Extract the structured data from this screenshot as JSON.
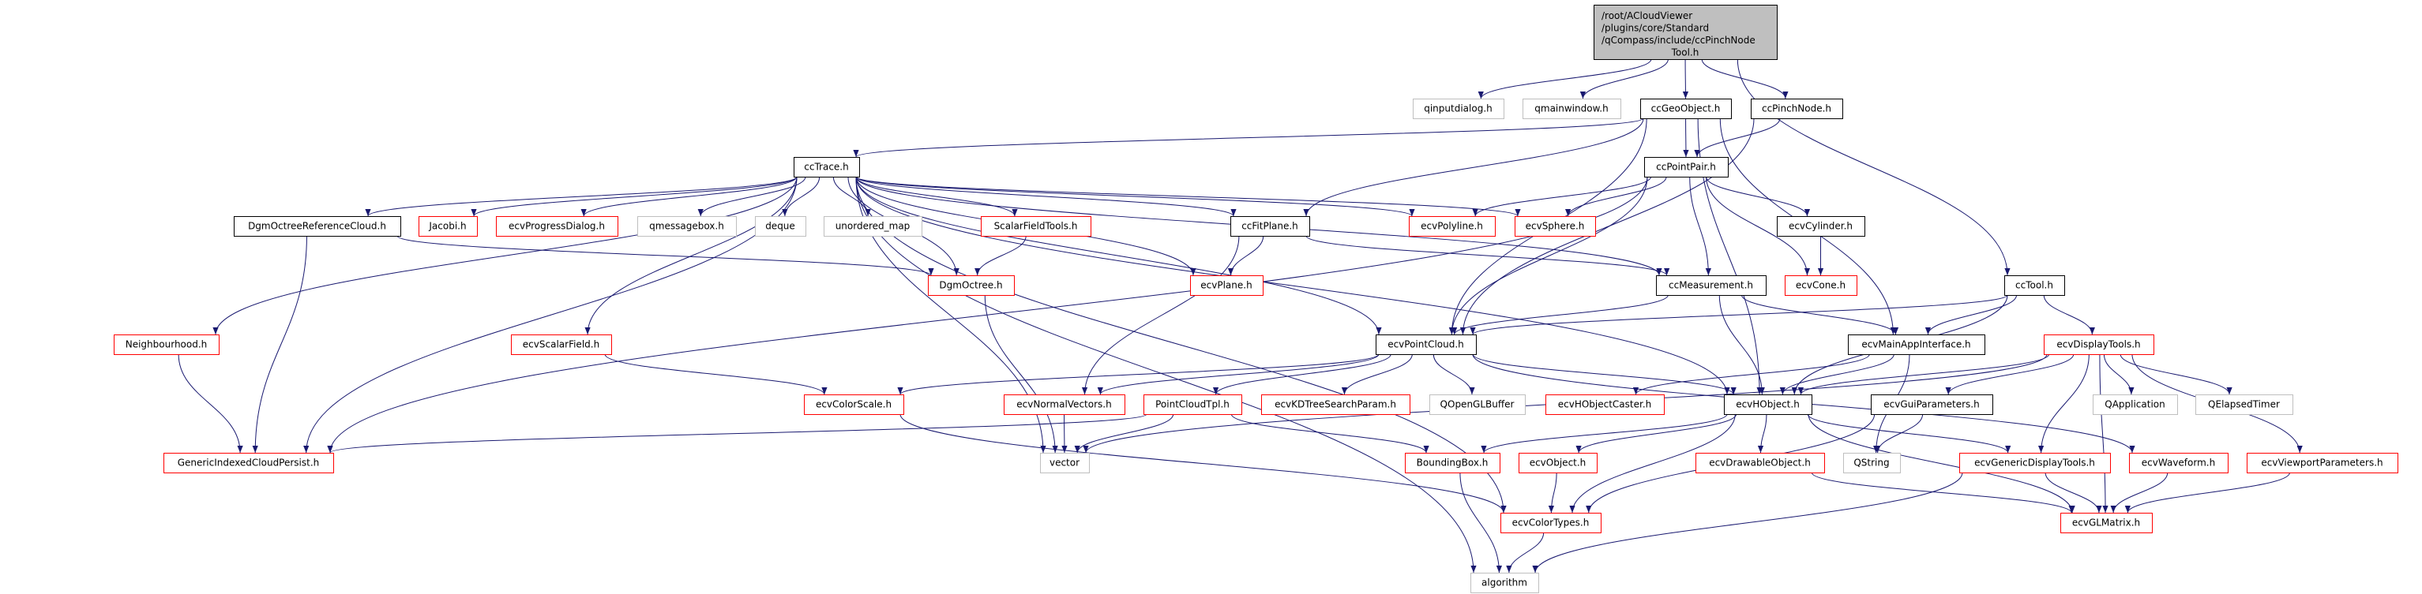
{
  "colors": {
    "edge": "#191970",
    "documented_border": "#000000",
    "truncated_border": "#ff0000",
    "external_border": "#bfbfbf",
    "root_fill": "#bfbfbf"
  },
  "root": {
    "id": "root",
    "lines": [
      "/root/ACloudViewer",
      "/plugins/core/Standard",
      "/qCompass/include/ccPinchNode",
      "Tool.h"
    ]
  },
  "nodes": [
    {
      "id": "qinputdialog",
      "label": "qinputdialog.h",
      "kind": "external"
    },
    {
      "id": "qmainwindow",
      "label": "qmainwindow.h",
      "kind": "external"
    },
    {
      "id": "ccGeoObject",
      "label": "ccGeoObject.h",
      "kind": "documented"
    },
    {
      "id": "ccPinchNode",
      "label": "ccPinchNode.h",
      "kind": "documented"
    },
    {
      "id": "ccTrace",
      "label": "ccTrace.h",
      "kind": "documented"
    },
    {
      "id": "ccPointPair",
      "label": "ccPointPair.h",
      "kind": "documented"
    },
    {
      "id": "DgmOctreeReferenceCloud",
      "label": "DgmOctreeReferenceCloud.h",
      "kind": "documented"
    },
    {
      "id": "Jacobi",
      "label": "Jacobi.h",
      "kind": "truncated"
    },
    {
      "id": "ecvProgressDialog",
      "label": "ecvProgressDialog.h",
      "kind": "truncated"
    },
    {
      "id": "qmessagebox",
      "label": "qmessagebox.h",
      "kind": "external"
    },
    {
      "id": "deque",
      "label": "deque",
      "kind": "external"
    },
    {
      "id": "unordered_map",
      "label": "unordered_map",
      "kind": "external"
    },
    {
      "id": "ScalarFieldTools",
      "label": "ScalarFieldTools.h",
      "kind": "truncated"
    },
    {
      "id": "ccFitPlane",
      "label": "ccFitPlane.h",
      "kind": "documented"
    },
    {
      "id": "ecvPolyline",
      "label": "ecvPolyline.h",
      "kind": "truncated"
    },
    {
      "id": "ecvSphere",
      "label": "ecvSphere.h",
      "kind": "truncated"
    },
    {
      "id": "ecvCylinder",
      "label": "ecvCylinder.h",
      "kind": "documented"
    },
    {
      "id": "DgmOctree",
      "label": "DgmOctree.h",
      "kind": "truncated"
    },
    {
      "id": "ecvPlane",
      "label": "ecvPlane.h",
      "kind": "truncated"
    },
    {
      "id": "ccMeasurement",
      "label": "ccMeasurement.h",
      "kind": "documented"
    },
    {
      "id": "ecvCone",
      "label": "ecvCone.h",
      "kind": "truncated"
    },
    {
      "id": "ccTool",
      "label": "ccTool.h",
      "kind": "documented"
    },
    {
      "id": "Neighbourhood",
      "label": "Neighbourhood.h",
      "kind": "truncated"
    },
    {
      "id": "ecvScalarField",
      "label": "ecvScalarField.h",
      "kind": "truncated"
    },
    {
      "id": "ecvPointCloud",
      "label": "ecvPointCloud.h",
      "kind": "documented"
    },
    {
      "id": "ecvMainAppInterface",
      "label": "ecvMainAppInterface.h",
      "kind": "documented"
    },
    {
      "id": "ecvDisplayTools",
      "label": "ecvDisplayTools.h",
      "kind": "truncated"
    },
    {
      "id": "ecvColorScale",
      "label": "ecvColorScale.h",
      "kind": "truncated"
    },
    {
      "id": "ecvNormalVectors",
      "label": "ecvNormalVectors.h",
      "kind": "truncated"
    },
    {
      "id": "PointCloudTpl",
      "label": "PointCloudTpl.h",
      "kind": "truncated"
    },
    {
      "id": "ecvKDTreeSearchParam",
      "label": "ecvKDTreeSearchParam.h",
      "kind": "truncated"
    },
    {
      "id": "QOpenGLBuffer",
      "label": "QOpenGLBuffer",
      "kind": "external"
    },
    {
      "id": "ecvHObjectCaster",
      "label": "ecvHObjectCaster.h",
      "kind": "truncated"
    },
    {
      "id": "ecvHObject",
      "label": "ecvHObject.h",
      "kind": "documented"
    },
    {
      "id": "ecvGuiParameters",
      "label": "ecvGuiParameters.h",
      "kind": "documented"
    },
    {
      "id": "QApplication",
      "label": "QApplication",
      "kind": "external"
    },
    {
      "id": "QElapsedTimer",
      "label": "QElapsedTimer",
      "kind": "external"
    },
    {
      "id": "GenericIndexedCloudPersist",
      "label": "GenericIndexedCloudPersist.h",
      "kind": "truncated"
    },
    {
      "id": "vector",
      "label": "vector",
      "kind": "external"
    },
    {
      "id": "BoundingBox",
      "label": "BoundingBox.h",
      "kind": "truncated"
    },
    {
      "id": "ecvObject",
      "label": "ecvObject.h",
      "kind": "truncated"
    },
    {
      "id": "ecvDrawableObject",
      "label": "ecvDrawableObject.h",
      "kind": "truncated"
    },
    {
      "id": "QString",
      "label": "QString",
      "kind": "external"
    },
    {
      "id": "ecvGenericDisplayTools",
      "label": "ecvGenericDisplayTools.h",
      "kind": "truncated"
    },
    {
      "id": "ecvWaveform",
      "label": "ecvWaveform.h",
      "kind": "truncated"
    },
    {
      "id": "ecvViewportParameters",
      "label": "ecvViewportParameters.h",
      "kind": "truncated"
    },
    {
      "id": "ecvColorTypes",
      "label": "ecvColorTypes.h",
      "kind": "truncated"
    },
    {
      "id": "ecvGLMatrix",
      "label": "ecvGLMatrix.h",
      "kind": "truncated"
    },
    {
      "id": "algorithm",
      "label": "algorithm",
      "kind": "external"
    }
  ],
  "edges": [
    [
      "root",
      "qinputdialog"
    ],
    [
      "root",
      "qmainwindow"
    ],
    [
      "root",
      "ccGeoObject"
    ],
    [
      "root",
      "ccPinchNode"
    ],
    [
      "root",
      "ccTool"
    ],
    [
      "ccGeoObject",
      "ccTrace"
    ],
    [
      "ccGeoObject",
      "ccFitPlane"
    ],
    [
      "ccGeoObject",
      "ccPointPair"
    ],
    [
      "ccGeoObject",
      "ecvPointCloud"
    ],
    [
      "ccGeoObject",
      "ecvMainAppInterface"
    ],
    [
      "ccGeoObject",
      "ecvHObject"
    ],
    [
      "ccPinchNode",
      "ccPointPair"
    ],
    [
      "ccPinchNode",
      "ecvPointCloud"
    ],
    [
      "ccTrace",
      "DgmOctreeReferenceCloud"
    ],
    [
      "ccTrace",
      "Jacobi"
    ],
    [
      "ccTrace",
      "ecvProgressDialog"
    ],
    [
      "ccTrace",
      "qmessagebox"
    ],
    [
      "ccTrace",
      "deque"
    ],
    [
      "ccTrace",
      "unordered_map"
    ],
    [
      "ccTrace",
      "ScalarFieldTools"
    ],
    [
      "ccTrace",
      "DgmOctree"
    ],
    [
      "ccTrace",
      "ccFitPlane"
    ],
    [
      "ccTrace",
      "ecvPlane"
    ],
    [
      "ccTrace",
      "ecvPolyline"
    ],
    [
      "ccTrace",
      "ecvSphere"
    ],
    [
      "ccTrace",
      "ccMeasurement"
    ],
    [
      "ccTrace",
      "ecvPointCloud"
    ],
    [
      "ccTrace",
      "ecvHObject"
    ],
    [
      "ccTrace",
      "Neighbourhood"
    ],
    [
      "ccTrace",
      "ecvScalarField"
    ],
    [
      "ccTrace",
      "GenericIndexedCloudPersist"
    ],
    [
      "ccTrace",
      "vector"
    ],
    [
      "ccTrace",
      "ecvColorTypes"
    ],
    [
      "ccTrace",
      "algorithm"
    ],
    [
      "ccPointPair",
      "ecvPolyline"
    ],
    [
      "ccPointPair",
      "ecvSphere"
    ],
    [
      "ccPointPair",
      "ecvCylinder"
    ],
    [
      "ccPointPair",
      "ecvCone"
    ],
    [
      "ccPointPair",
      "ccMeasurement"
    ],
    [
      "ccPointPair",
      "ecvPointCloud"
    ],
    [
      "ccPointPair",
      "GenericIndexedCloudPersist"
    ],
    [
      "ecvCylinder",
      "ecvCone"
    ],
    [
      "ccFitPlane",
      "ecvPlane"
    ],
    [
      "ccFitPlane",
      "ccMeasurement"
    ],
    [
      "ccFitPlane",
      "ecvNormalVectors"
    ],
    [
      "ScalarFieldTools",
      "DgmOctree"
    ],
    [
      "DgmOctreeReferenceCloud",
      "DgmOctree"
    ],
    [
      "DgmOctreeReferenceCloud",
      "GenericIndexedCloudPersist"
    ],
    [
      "DgmOctree",
      "vector"
    ],
    [
      "Neighbourhood",
      "GenericIndexedCloudPersist"
    ],
    [
      "ecvScalarField",
      "ecvColorScale"
    ],
    [
      "ccMeasurement",
      "ecvPointCloud"
    ],
    [
      "ccMeasurement",
      "ecvMainAppInterface"
    ],
    [
      "ccMeasurement",
      "ecvHObject"
    ],
    [
      "ccTool",
      "ecvPointCloud"
    ],
    [
      "ccTool",
      "ecvMainAppInterface"
    ],
    [
      "ccTool",
      "ecvHObject"
    ],
    [
      "ccTool",
      "ecvDisplayTools"
    ],
    [
      "ecvPointCloud",
      "ecvColorScale"
    ],
    [
      "ecvPointCloud",
      "ecvNormalVectors"
    ],
    [
      "ecvPointCloud",
      "PointCloudTpl"
    ],
    [
      "ecvPointCloud",
      "ecvKDTreeSearchParam"
    ],
    [
      "ecvPointCloud",
      "QOpenGLBuffer"
    ],
    [
      "ecvPointCloud",
      "ecvHObject"
    ],
    [
      "ecvPointCloud",
      "ecvWaveform"
    ],
    [
      "ecvColorScale",
      "ecvColorTypes"
    ],
    [
      "ecvNormalVectors",
      "vector"
    ],
    [
      "PointCloudTpl",
      "vector"
    ],
    [
      "PointCloudTpl",
      "BoundingBox"
    ],
    [
      "PointCloudTpl",
      "GenericIndexedCloudPersist"
    ],
    [
      "ecvMainAppInterface",
      "ecvHObjectCaster"
    ],
    [
      "ecvMainAppInterface",
      "ecvHObject"
    ],
    [
      "ecvMainAppInterface",
      "QString"
    ],
    [
      "ecvDisplayTools",
      "ecvHObject"
    ],
    [
      "ecvDisplayTools",
      "vector"
    ],
    [
      "ecvDisplayTools",
      "ecvGuiParameters"
    ],
    [
      "ecvDisplayTools",
      "QApplication"
    ],
    [
      "ecvDisplayTools",
      "QElapsedTimer"
    ],
    [
      "ecvDisplayTools",
      "ecvGenericDisplayTools"
    ],
    [
      "ecvDisplayTools",
      "ecvViewportParameters"
    ],
    [
      "ecvDisplayTools",
      "ecvGLMatrix"
    ],
    [
      "ecvHObject",
      "BoundingBox"
    ],
    [
      "ecvHObject",
      "ecvObject"
    ],
    [
      "ecvHObject",
      "ecvColorTypes"
    ],
    [
      "ecvHObject",
      "ecvDrawableObject"
    ],
    [
      "ecvHObject",
      "ecvGenericDisplayTools"
    ],
    [
      "ecvHObject",
      "ecvGLMatrix"
    ],
    [
      "ecvGuiParameters",
      "QString"
    ],
    [
      "ecvGuiParameters",
      "ecvColorTypes"
    ],
    [
      "ecvObject",
      "ecvColorTypes"
    ],
    [
      "BoundingBox",
      "algorithm"
    ],
    [
      "ecvColorTypes",
      "algorithm"
    ],
    [
      "ecvDrawableObject",
      "ecvGLMatrix"
    ],
    [
      "ecvGenericDisplayTools",
      "ecvGLMatrix"
    ],
    [
      "ecvGenericDisplayTools",
      "algorithm"
    ],
    [
      "ecvWaveform",
      "ecvGLMatrix"
    ],
    [
      "ecvViewportParameters",
      "ecvGLMatrix"
    ]
  ]
}
